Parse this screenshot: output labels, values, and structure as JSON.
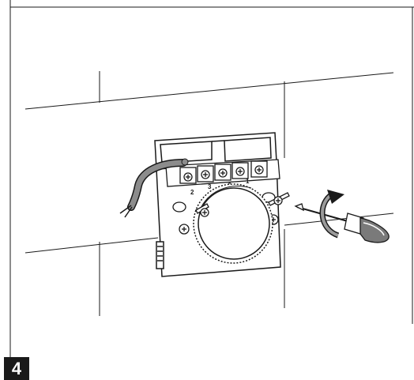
{
  "step": {
    "number": "4"
  },
  "terminals": {
    "labels": [
      "2",
      "3",
      "4",
      "1"
    ]
  },
  "colors": {
    "line": "#1a1a1a",
    "badge_bg": "#1a1a1a",
    "badge_text": "#ffffff",
    "cable": "#8c8c8c",
    "screwdriver_handle": "#7a7a7a",
    "fill": "#ffffff"
  },
  "icons": {
    "rotation_arrow": "clockwise-rotation-arrow-icon",
    "screwdriver": "screwdriver-icon",
    "screw": "cross-head-screw-icon"
  }
}
